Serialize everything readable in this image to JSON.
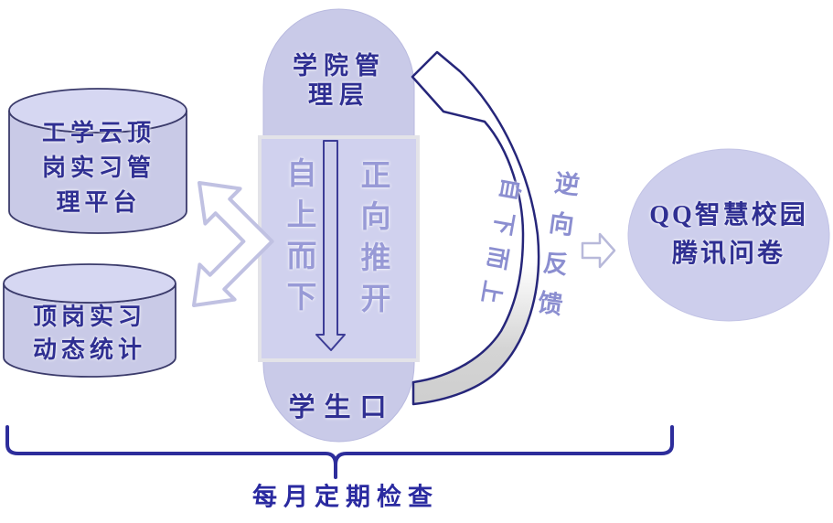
{
  "colors": {
    "shape_fill": "#c9cae8",
    "shape_fill_light": "#d6d7f2",
    "mid_rect_fill": "#d0d1ee",
    "mid_rect_border": "#e3e3e8",
    "dark_text": "#2f2f92",
    "flow_text": "#989ad6",
    "feedback_text": "#8b8ed0",
    "brace_color": "#2d2d9b",
    "arrow_outline": "#2a2a72",
    "band_gray": "#d0d0d0"
  },
  "shapes": {
    "down_arrow": "downward-flow-arrow",
    "feedback_arrow": "curved-feedback-arrow",
    "sync_arrow": "bidirectional-bent-arrow",
    "output_arrow": "right-block-arrow",
    "bottom_brace": "horizontal-underbrace"
  },
  "left_databases": [
    {
      "label": "工学云顶\n岗实习管\n理平台"
    },
    {
      "label": "顶岗实习\n动态统计"
    }
  ],
  "center_pillar": {
    "top_label": "学院管\n理层",
    "left_flow_label": "自上而下",
    "right_flow_label": "正向推开",
    "bottom_label": "学生口"
  },
  "feedback_loop": {
    "outer_label": "逆向反馈",
    "inner_label": "自下而上"
  },
  "right_platform": {
    "label": "QQ智慧校园\n腾讯问卷"
  },
  "bottom_note": {
    "label": "每月定期检查"
  }
}
